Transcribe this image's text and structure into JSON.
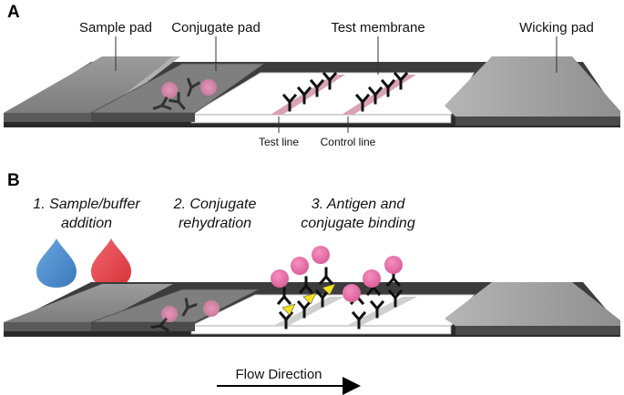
{
  "panels": {
    "a": {
      "letter": "A",
      "labels": {
        "sample_pad": "Sample pad",
        "conjugate_pad": "Conjugate pad",
        "test_membrane": "Test membrane",
        "wicking_pad": "Wicking pad",
        "test_line": "Test line",
        "control_line": "Control line"
      }
    },
    "b": {
      "letter": "B",
      "steps": {
        "step1_line1": "1. Sample/buffer",
        "step1_line2": "addition",
        "step2_line1": "2. Conjugate",
        "step2_line2": "rehydration",
        "step3_line1": "3. Antigen and",
        "step3_line2": "conjugate binding"
      },
      "flow_direction": "Flow Direction"
    }
  },
  "colors": {
    "pad_top": "#8a8a8a",
    "pad_front": "#555555",
    "membrane": "#ffffff",
    "test_line": "#d9a3b3",
    "gold_particle": "#e27aa9",
    "antigen": "#f2e21a",
    "blue_drop": "#4a8fd0",
    "red_drop": "#e8434a",
    "gray_line": "#cfcfcf"
  }
}
